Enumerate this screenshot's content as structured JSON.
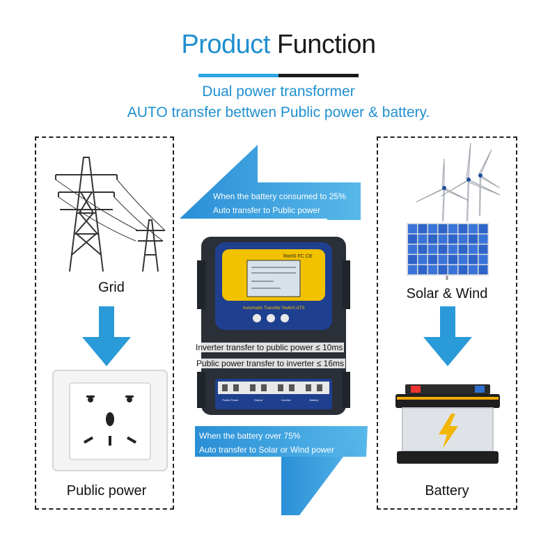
{
  "title": {
    "part1": "Product",
    "part2": "Function"
  },
  "subtitle": {
    "line1": "Dual power transformer",
    "line2": "AUTO transfer bettwen  Public power & battery."
  },
  "left": {
    "grid_label": "Grid",
    "public_label": "Public power"
  },
  "right": {
    "solar_label": "Solar & Wind",
    "battery_label": "Battery"
  },
  "top_arrow": {
    "line1": "When the battery consumed to 25%",
    "line2": "Auto transfer to Public power"
  },
  "bottom_arrow": {
    "line1": "When the battery over 75%",
    "line2": "Auto transfer to Solar or Wind power"
  },
  "device": {
    "cert": "RoHS FC CE",
    "name": "Automatic Transfer Switch ATS",
    "terminals": [
      "Public Power",
      "Output",
      "Inverter",
      "Battery"
    ],
    "spec1": "Inverter transfer to public power ≤ 10ms",
    "spec2": "Public power transfer to inverter ≤ 16ms"
  },
  "colors": {
    "accent_blue": "#1e8fd0",
    "arrow_blue": "#1f9ad6",
    "dark": "#1a1a1a",
    "device_body": "#2a2f38",
    "device_panel": "#f2c200"
  },
  "icons": [
    "transmission-tower-icon",
    "wall-socket-icon",
    "wind-turbine-icon",
    "solar-panel-icon",
    "battery-icon",
    "lightning-icon",
    "down-arrow-icon"
  ]
}
